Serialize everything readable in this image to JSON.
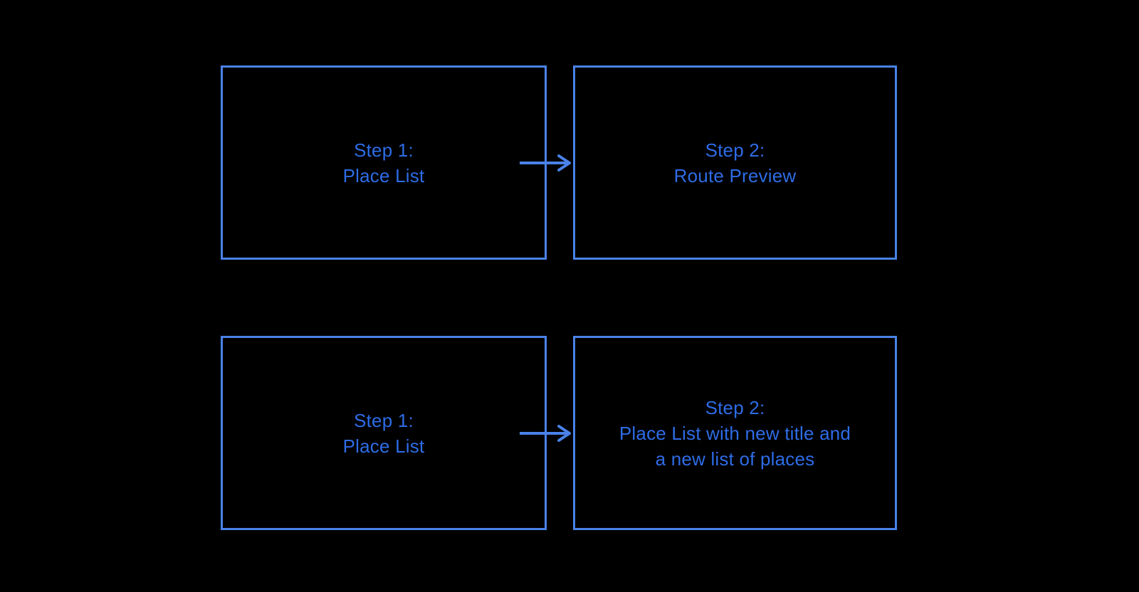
{
  "colors": {
    "background": "#000000",
    "box_border": "#4a82e8",
    "box_text": "#2e6ce6",
    "arrow": "#4a82e8"
  },
  "diagram": {
    "type": "flowchart",
    "rows": [
      {
        "source_label": "Step 1:\nPlace List",
        "connector": "arrow-right",
        "target_label": "Step 2:\nRoute Preview"
      },
      {
        "source_label": "Step 1:\nPlace List",
        "connector": "arrow-right",
        "target_label": "Step 2:\nPlace List with new title and\na new list of places"
      }
    ]
  },
  "boxes": [
    {
      "label": "Step 1:\nPlace List"
    },
    {
      "label": "Step 2:\nRoute Preview"
    },
    {
      "label": "Step 1:\nPlace List"
    },
    {
      "label": "Step 2:\nPlace List with new title and\na new list of places"
    }
  ]
}
